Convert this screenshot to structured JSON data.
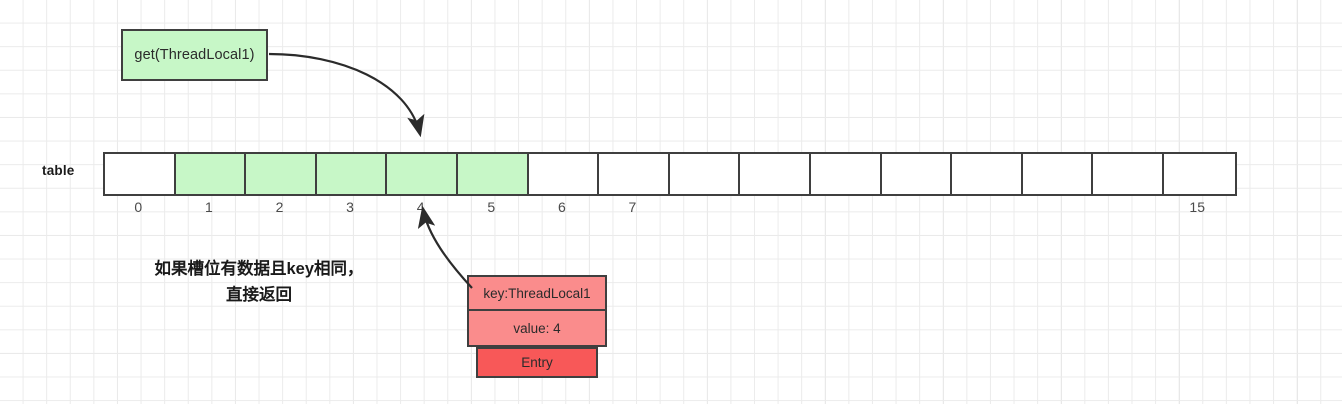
{
  "diagram": {
    "title_box": {
      "label": "get(ThreadLocal1)"
    },
    "table": {
      "label": "table",
      "cell_count": 16,
      "filled_indices": [
        1,
        2,
        3,
        4,
        5
      ],
      "index_labels": [
        "0",
        "1",
        "2",
        "3",
        "4",
        "5",
        "6",
        "7",
        "",
        "",
        "",
        "",
        "",
        "",
        "",
        "15"
      ]
    },
    "annotation": {
      "line1": "如果槽位有数据且key相同，",
      "line2": "直接返回"
    },
    "entry": {
      "key": "key:ThreadLocal1",
      "value": "value: 4",
      "title": "Entry"
    },
    "colors": {
      "green_fill": "#c7f7c7",
      "red_light": "#fa8c8c",
      "red_dark": "#f85858",
      "stroke": "#3f3f3f",
      "grid": "#ebebeb"
    }
  }
}
